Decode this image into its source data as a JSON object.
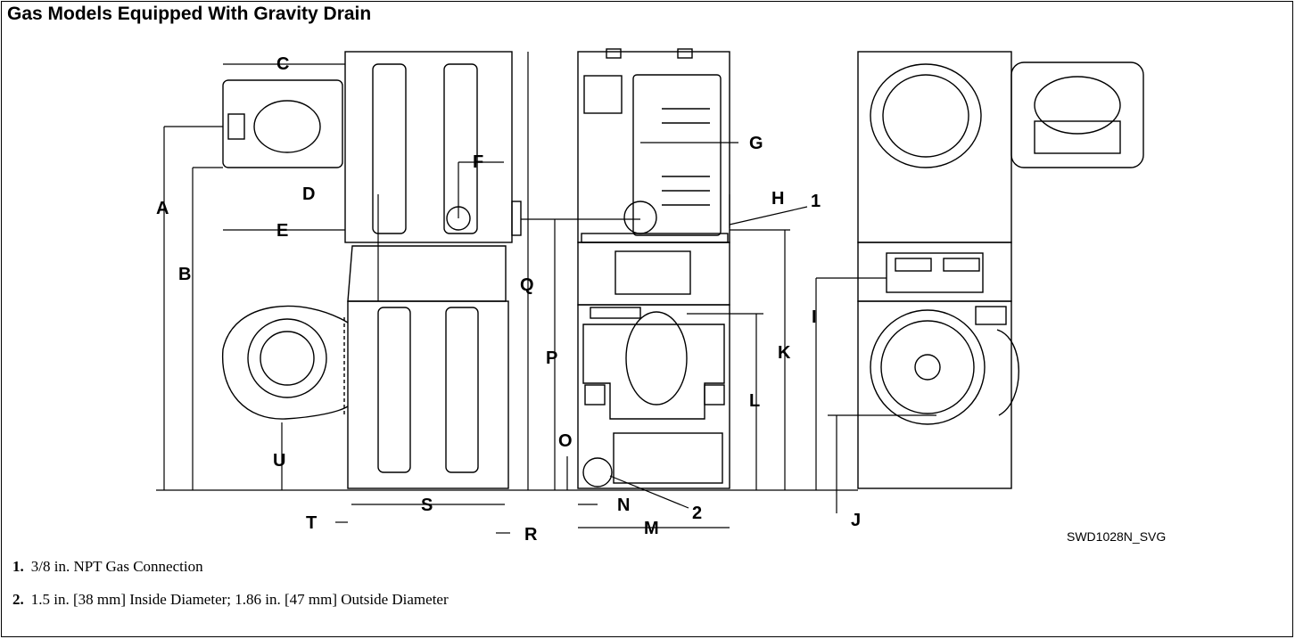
{
  "title": "Gas Models Equipped With Gravity Drain",
  "figure_code": "SWD1028N_SVG",
  "dimension_labels": {
    "A": "A",
    "B": "B",
    "C": "C",
    "D": "D",
    "E": "E",
    "F": "F",
    "G": "G",
    "H": "H",
    "I": "I",
    "J": "J",
    "K": "K",
    "L": "L",
    "M": "M",
    "N": "N",
    "O": "O",
    "P": "P",
    "Q": "Q",
    "R": "R",
    "S": "S",
    "T": "T",
    "U": "U"
  },
  "callouts": {
    "c1": "1",
    "c2": "2"
  },
  "notes": [
    {
      "number": "1.",
      "text": "3/8 in. NPT Gas Connection"
    },
    {
      "number": "2.",
      "text": "1.5 in. [38 mm] Inside Diameter; 1.86 in. [47 mm] Outside Diameter"
    }
  ],
  "colors": {
    "line": "#000000",
    "background": "#ffffff"
  }
}
